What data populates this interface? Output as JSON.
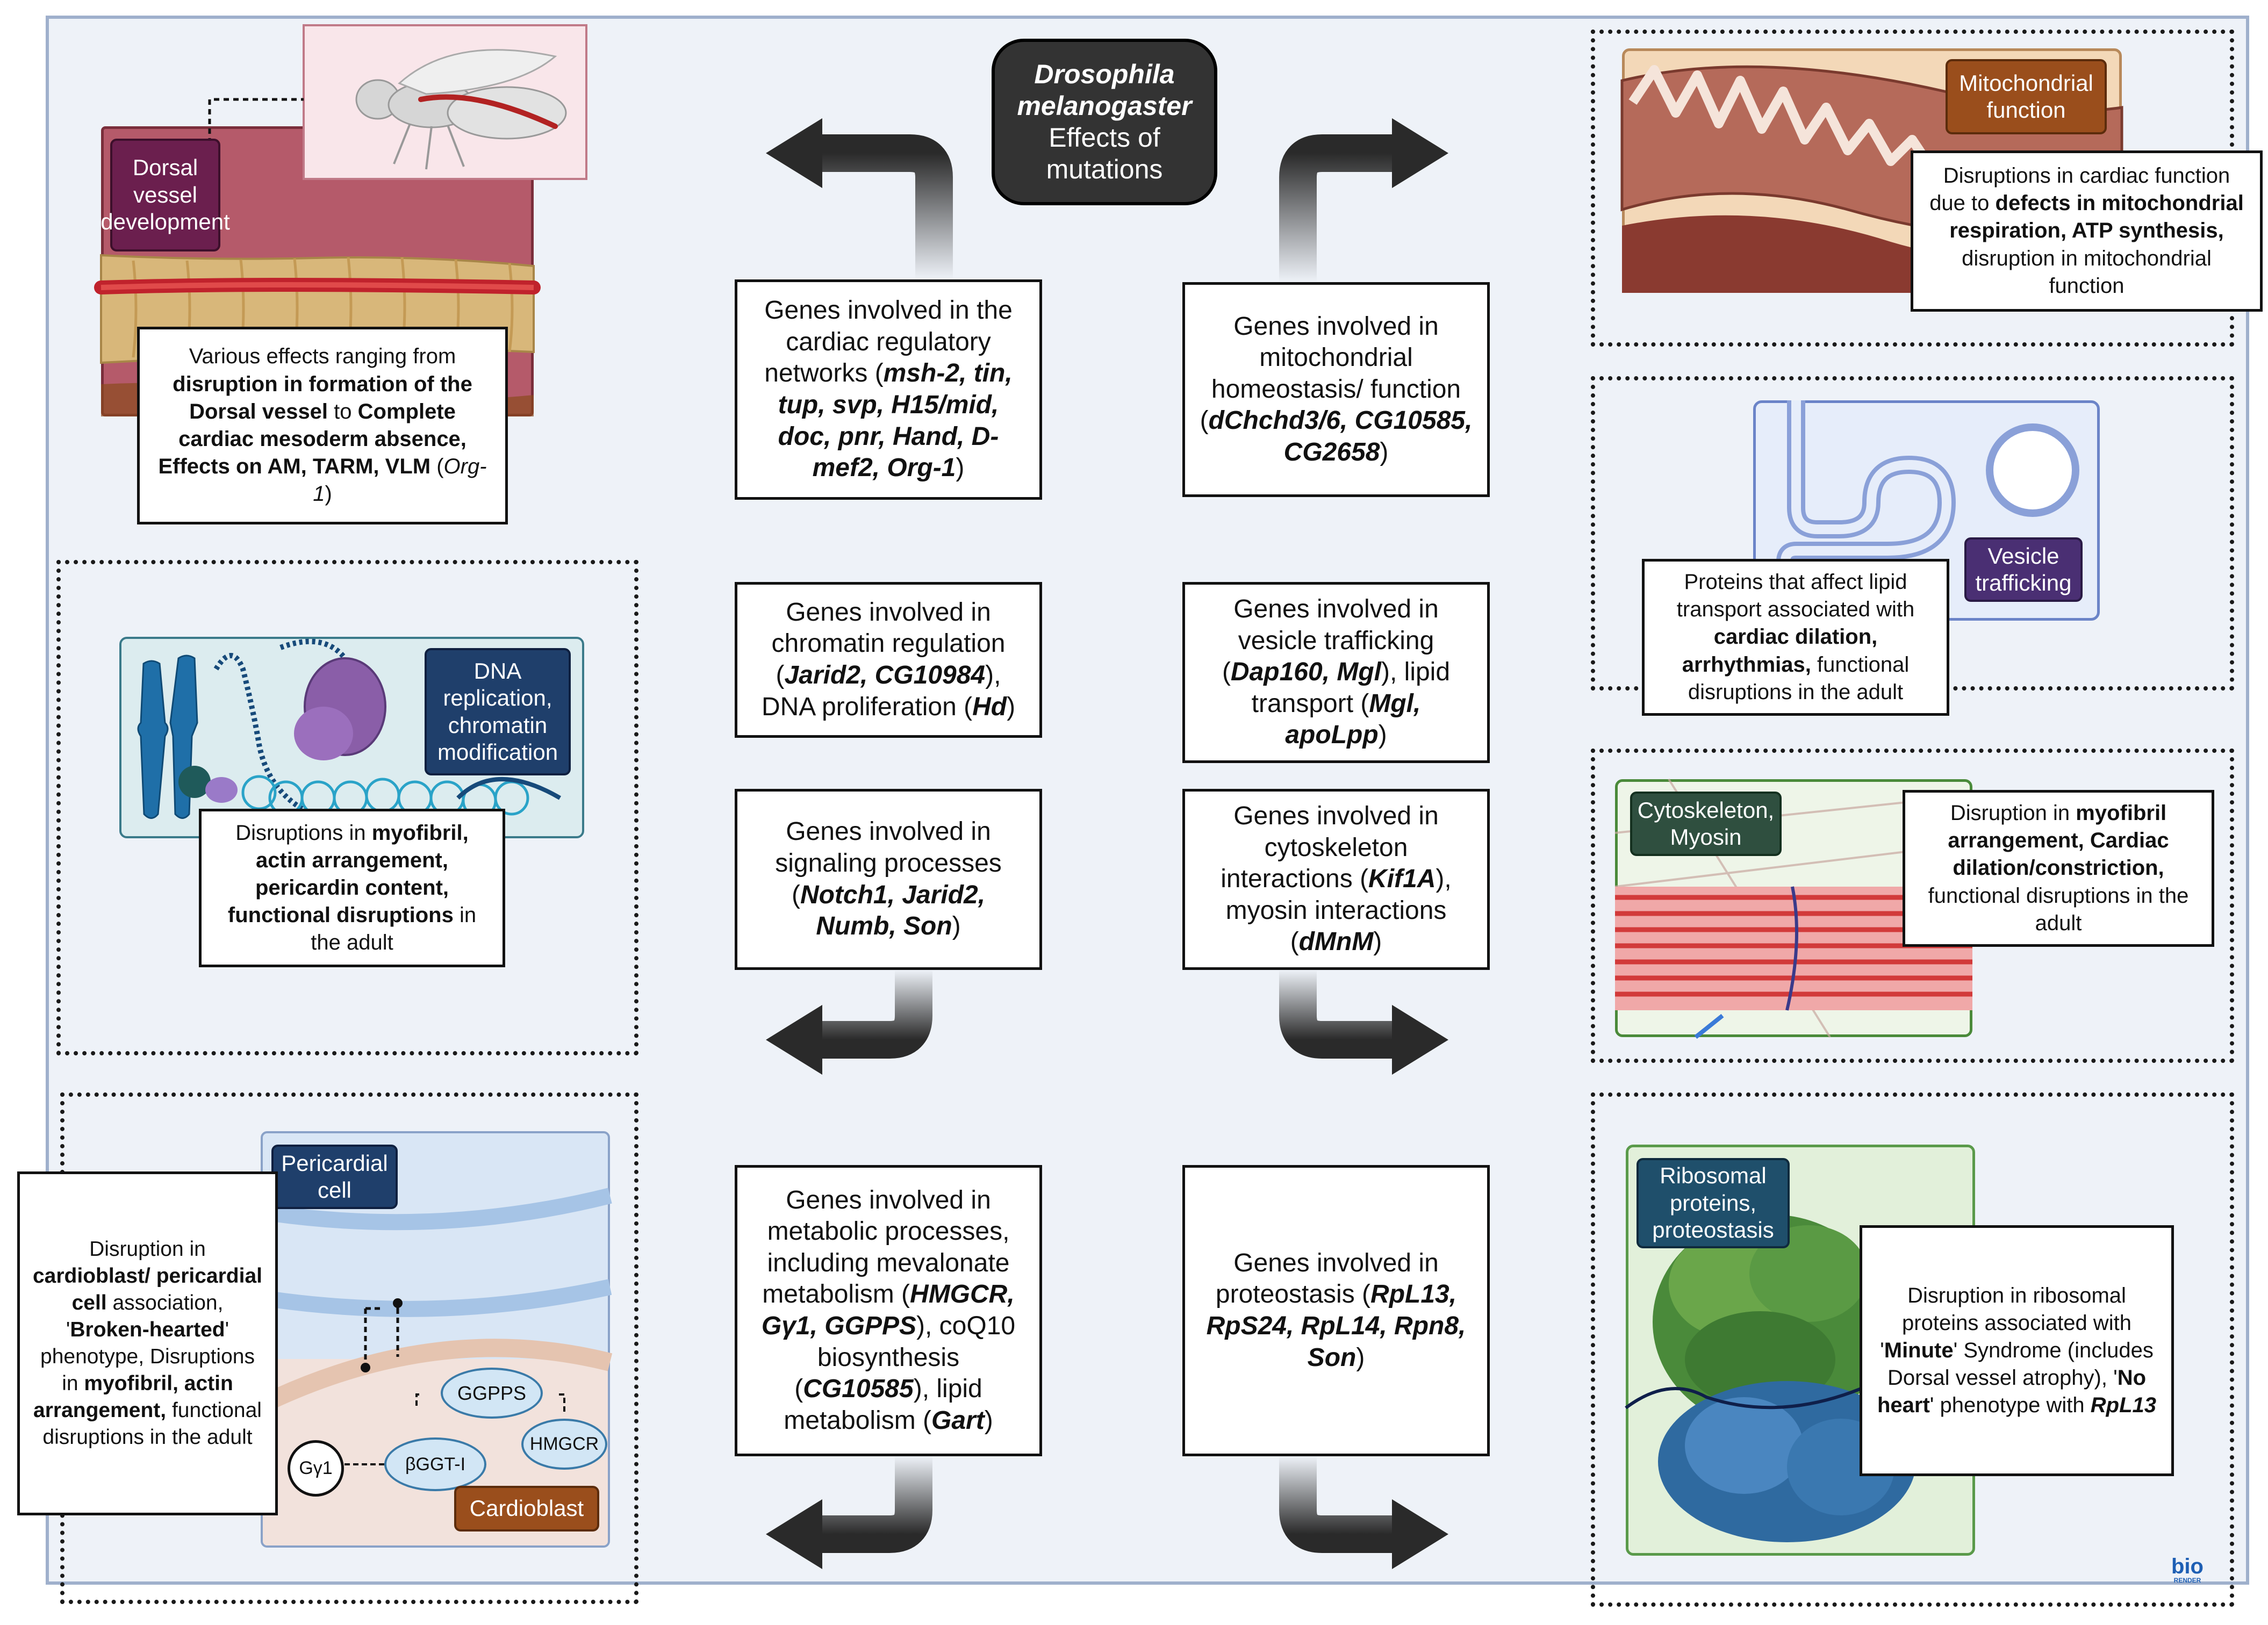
{
  "title": {
    "line1": "Drosophila",
    "line2": "melanogaster",
    "line3": "Effects of",
    "line4": "mutations"
  },
  "genes": {
    "cardiac": {
      "pre": "Genes involved in the cardiac regulatory networks (",
      "genes": "msh-2, tin, tup, svp, H15/mid, doc, pnr, Hand, D-mef2, Org-1",
      "post": ")"
    },
    "chromatin": {
      "pre": "Genes involved in chromatin regulation (",
      "genes1": "Jarid2, CG10984",
      "mid": "), DNA proliferation (",
      "genes2": "Hd",
      "post": ")"
    },
    "signaling": {
      "pre": "Genes involved in signaling processes (",
      "genes": "Notch1, Jarid2, Numb, Son",
      "post": ")"
    },
    "metabolic": {
      "pre": "Genes involved in metabolic processes, including mevalonate metabolism (",
      "genes1": "HMGCR, Gγ1, GGPPS",
      "mid1": "), coQ10 biosynthesis (",
      "genes2": "CG10585",
      "mid2": "), lipid metabolism (",
      "genes3": "Gart",
      "post": ")"
    },
    "mito": {
      "pre": "Genes involved in mitochondrial homeostasis/ function (",
      "genes": "dChchd3/6, CG10585, CG2658",
      "post": ")"
    },
    "vesicle": {
      "pre": "Genes involved in vesicle trafficking (",
      "genes1": "Dap160, Mgl",
      "mid": "), lipid transport (",
      "genes2": "Mgl, apoLpp",
      "post": ")"
    },
    "cyto": {
      "pre": "Genes involved in cytoskeleton interactions (",
      "genes1": "Kif1A",
      "mid": "), myosin interactions (",
      "genes2": "dMnM",
      "post": ")"
    },
    "proteo": {
      "pre": "Genes involved in proteostasis (",
      "genes": "RpL13, RpS24, RpL14, Rpn8, Son",
      "post": ")"
    }
  },
  "panels": {
    "dorsal": {
      "tag": "Dorsal vessel development",
      "t1": "Various effects ranging from ",
      "t2": "disruption in formation of the Dorsal vessel",
      "t3": " to ",
      "t4": "Complete cardiac mesoderm absence, Effects on AM, TARM, VLM",
      "t5": " (",
      "t6": "Org-1",
      "t7": ")"
    },
    "dna": {
      "tag": "DNA replication, chromatin modification",
      "t1": "Disruptions in ",
      "t2": "myofibril, actin arrangement, pericardin content, functional disruptions",
      "t3": " in the adult"
    },
    "pericardial": {
      "tag": "Pericardial cell",
      "tag2": "Cardioblast",
      "t1": "Disruption in ",
      "t2": "cardioblast/ pericardial cell",
      "t3": " association, '",
      "t4": "Broken-hearted",
      "t5": "' phenotype, Disruptions in ",
      "t6": "myofibril, actin arrangement,",
      "t7": " functional disruptions in the adult",
      "n_ggpps": "GGPPS",
      "n_hmgcr": "HMGCR",
      "n_bggt": "βGGT-I",
      "n_gy1": "Gγ1"
    },
    "mito": {
      "tag": "Mitochondrial function",
      "t1": "Disruptions in cardiac function due to ",
      "t2": "defects in mitochondrial respiration, ATP synthesis,",
      "t3": " disruption in mitochondrial function"
    },
    "vesicle": {
      "tag": "Vesicle trafficking",
      "t1": "Proteins that affect lipid transport associated with ",
      "t2": "cardiac dilation, arrhythmias,",
      "t3": " functional disruptions in the adult"
    },
    "cyto": {
      "tag": "Cytoskeleton, Myosin",
      "t1": "Disruption in ",
      "t2": "myofibril arrangement, Cardiac dilation/constriction,",
      "t3": " functional disruptions in the adult"
    },
    "ribo": {
      "tag": "Ribosomal proteins, proteostasis",
      "t1": "Disruption in ribosomal proteins associated with '",
      "t2": "Minute",
      "t3": "' Syndrome (includes Dorsal vessel atrophy), '",
      "t4": "No heart",
      "t5": "' phenotype with ",
      "t6": "RpL13"
    }
  },
  "logo": {
    "l1": "bio",
    "l2": "RENDER"
  },
  "colors": {
    "dorsal_tag": "#6b1f4e",
    "dna_tag": "#1f3f6b",
    "pericardial_tag": "#1f3f6b",
    "cardioblast_tag": "#9a4e1c",
    "mito_tag": "#9a4e1c",
    "vesicle_tag": "#4a2f73",
    "cyto_tag": "#2f4f3f",
    "ribo_tag": "#1f4f6b"
  }
}
